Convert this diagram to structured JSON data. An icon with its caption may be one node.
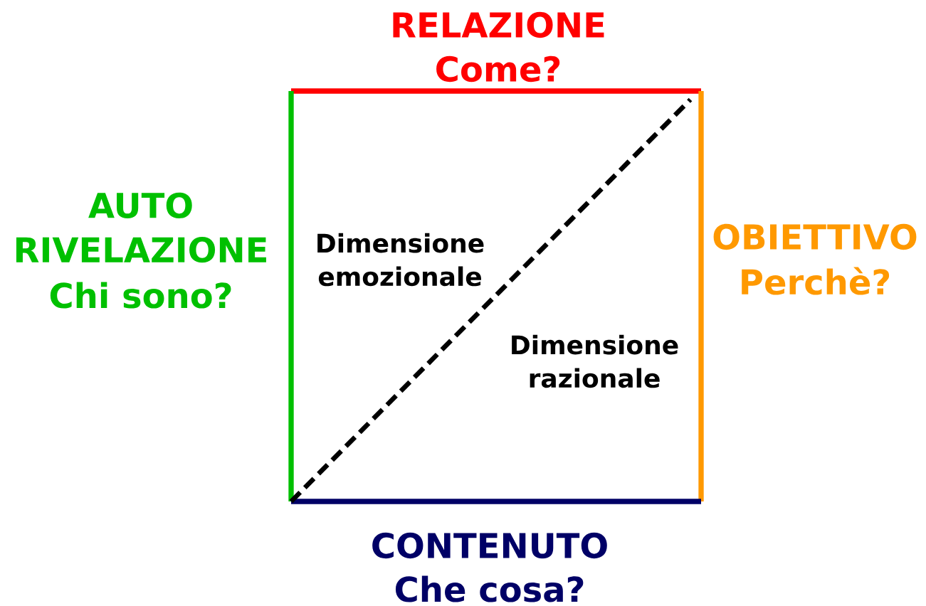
{
  "diagram": {
    "labels": [
      "RELAZIONE",
      "Come?",
      "AUTO RIVELAZIONE",
      "Chi sono?",
      "Dimensione emozionale",
      "OBIETTIVO",
      "Perchè?",
      "Dimensione razionale",
      "CONTENUTO",
      "Che cosa?"
    ]
  }
}
